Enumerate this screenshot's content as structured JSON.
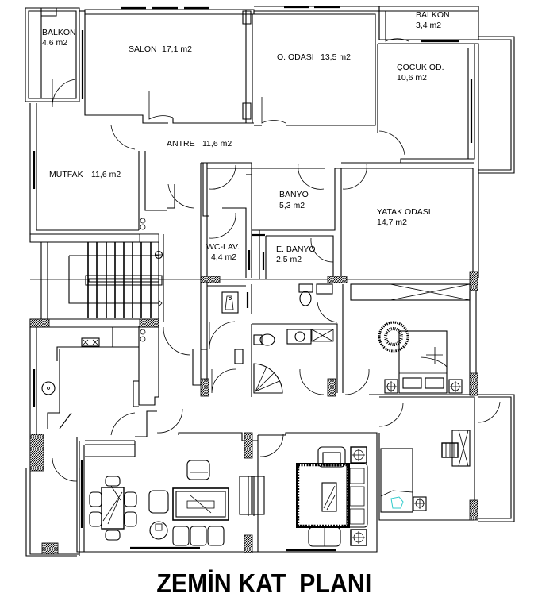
{
  "drawing": {
    "title": "ZEMİN KAT  PLANI",
    "line_color": "#000000",
    "background": "#ffffff",
    "accent_color": "#33cccc"
  },
  "rooms": [
    {
      "id": "balkon-left",
      "name": "BALKON",
      "area": "4,6 m2"
    },
    {
      "id": "salon",
      "name": "SALON",
      "area": "17,1 m2"
    },
    {
      "id": "oturma-odasi",
      "name": "O. ODASI",
      "area": "13,5 m2"
    },
    {
      "id": "balkon-right",
      "name": "BALKON",
      "area": "3,4 m2"
    },
    {
      "id": "cocuk-odasi",
      "name": "ÇOCUK OD.",
      "area": "10,6 m2"
    },
    {
      "id": "antre",
      "name": "ANTRE",
      "area": "11,6 m2"
    },
    {
      "id": "mutfak",
      "name": "MUTFAK",
      "area": "11,6 m2"
    },
    {
      "id": "banyo",
      "name": "BANYO",
      "area": "5,3 m2"
    },
    {
      "id": "yatak-odasi",
      "name": "YATAK ODASI",
      "area": "14,7 m2"
    },
    {
      "id": "wc-lav",
      "name": "WC-LAV.",
      "area": "4,4 m2"
    },
    {
      "id": "e-banyo",
      "name": "E. BANYO",
      "area": "2,5 m2"
    }
  ]
}
